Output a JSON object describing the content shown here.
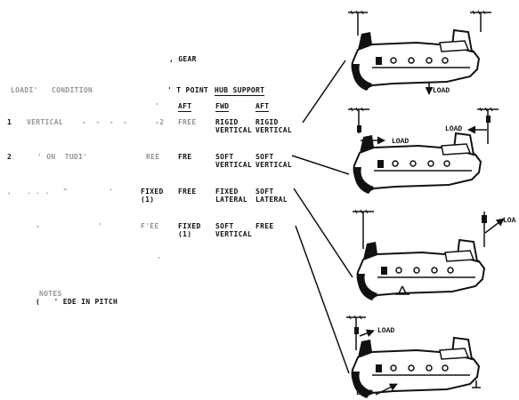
{
  "table": {
    "head_gear_line1": ", GEAR",
    "head_loading": "LOADI'   CONDITION",
    "head_gear_line2": "' T POINT",
    "head_hub": "HUB SUPPORT",
    "sub_aft": "AFT",
    "sub_fwd": "FWD",
    "sub_aft2": "AFT",
    "sub_fwd_gear": "'",
    "rows": [
      {
        "num": "1",
        "name": "VERTICAL",
        "dots": "-  -  -  -",
        "gear_fwd": "-2",
        "gear_aft": "FREE",
        "fwd1": "RIGID",
        "fwd2": "VERTICAL",
        "aft1": "RIGID",
        "aft2": "VERTICAL"
      },
      {
        "num": "2",
        "name": "' ON  TUDI'",
        "dots": "",
        "gear_fwd": "REE",
        "gear_aft": "FRE",
        "fwd1": "SOFT",
        "fwd2": "VERTICAL",
        "aft1": "SOFT",
        "aft2": "VERTICAL"
      },
      {
        "num": ",",
        "name": ". . .   \"",
        "dots": "'",
        "gear_fwd": "FIXED",
        "gear_fwd2": "(1)",
        "gear_aft": "FREE",
        "fwd1": "FIXED",
        "fwd2": "LATERAL",
        "aft1": "SOFT",
        "aft2": "LATERAL"
      },
      {
        "num": "",
        "name": "-",
        "dots": "'",
        "gear_fwd": "F'EE",
        "gear_aft": "FIXED",
        "gear_aft2": "(1)",
        "fwd1": "SOFT",
        "fwd2": "VERTICAL",
        "aft1": "FREE",
        "aft2": ""
      }
    ],
    "stray_mark": "'"
  },
  "notes": {
    "title": "NOTES",
    "line": "(   ' EDE IN PITCH"
  },
  "figure_labels": {
    "load1": "LOAD",
    "load2a": "LOAD",
    "load2b": "LOAD",
    "load3": "LOA",
    "load4a": "LOAD",
    "load4b": "LOAD"
  }
}
